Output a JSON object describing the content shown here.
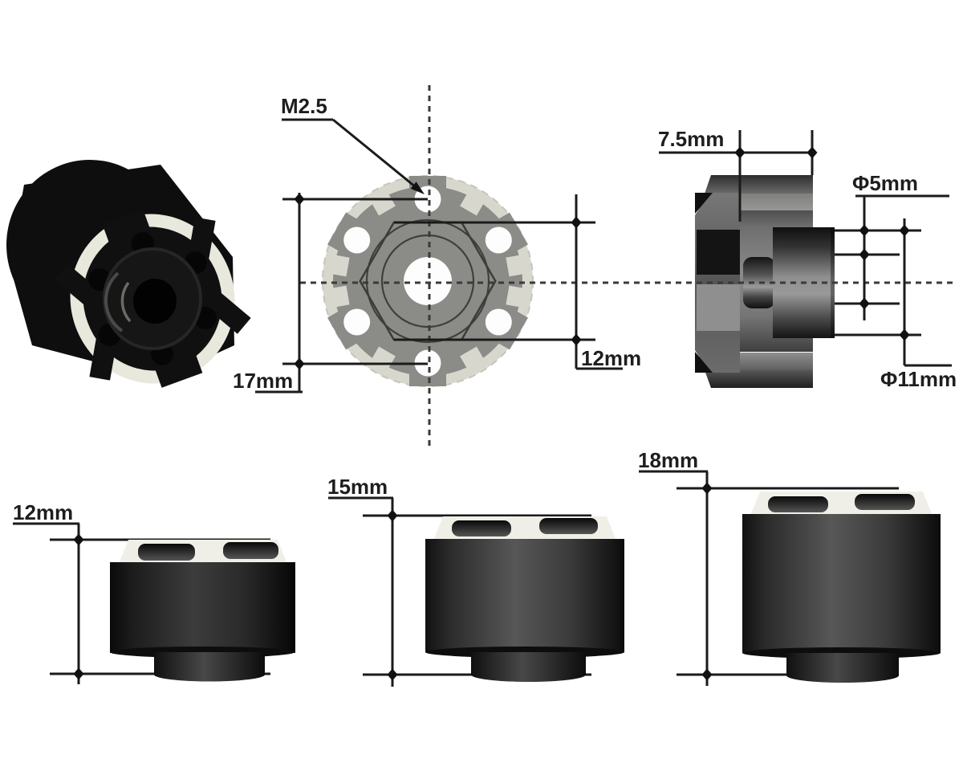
{
  "page": {
    "background": "#ffffff",
    "description": "Hex wheel hub dimensional drawing, four views plus three height variants"
  },
  "colors": {
    "dimension_line": "#1b1b1b",
    "label_text": "#1e1e1e",
    "front_face_gray": "#8b8b87",
    "flange_ring_ivory": "#d8d7ce",
    "hole_white": "#fdfdfd",
    "render_black": "#0e0e0e",
    "rim_ivory": "#f0efe7",
    "side_body_gray": "#7d7d7d"
  },
  "labels": {
    "thread": "M2.5",
    "bolt_span": "17mm",
    "hex_width": "12mm",
    "hub_thickness": "7.5mm",
    "bore_diameter": "Φ5mm",
    "boss_diameter": "Φ11mm",
    "height_small": "12mm",
    "height_medium": "15mm",
    "height_large": "18mm"
  }
}
